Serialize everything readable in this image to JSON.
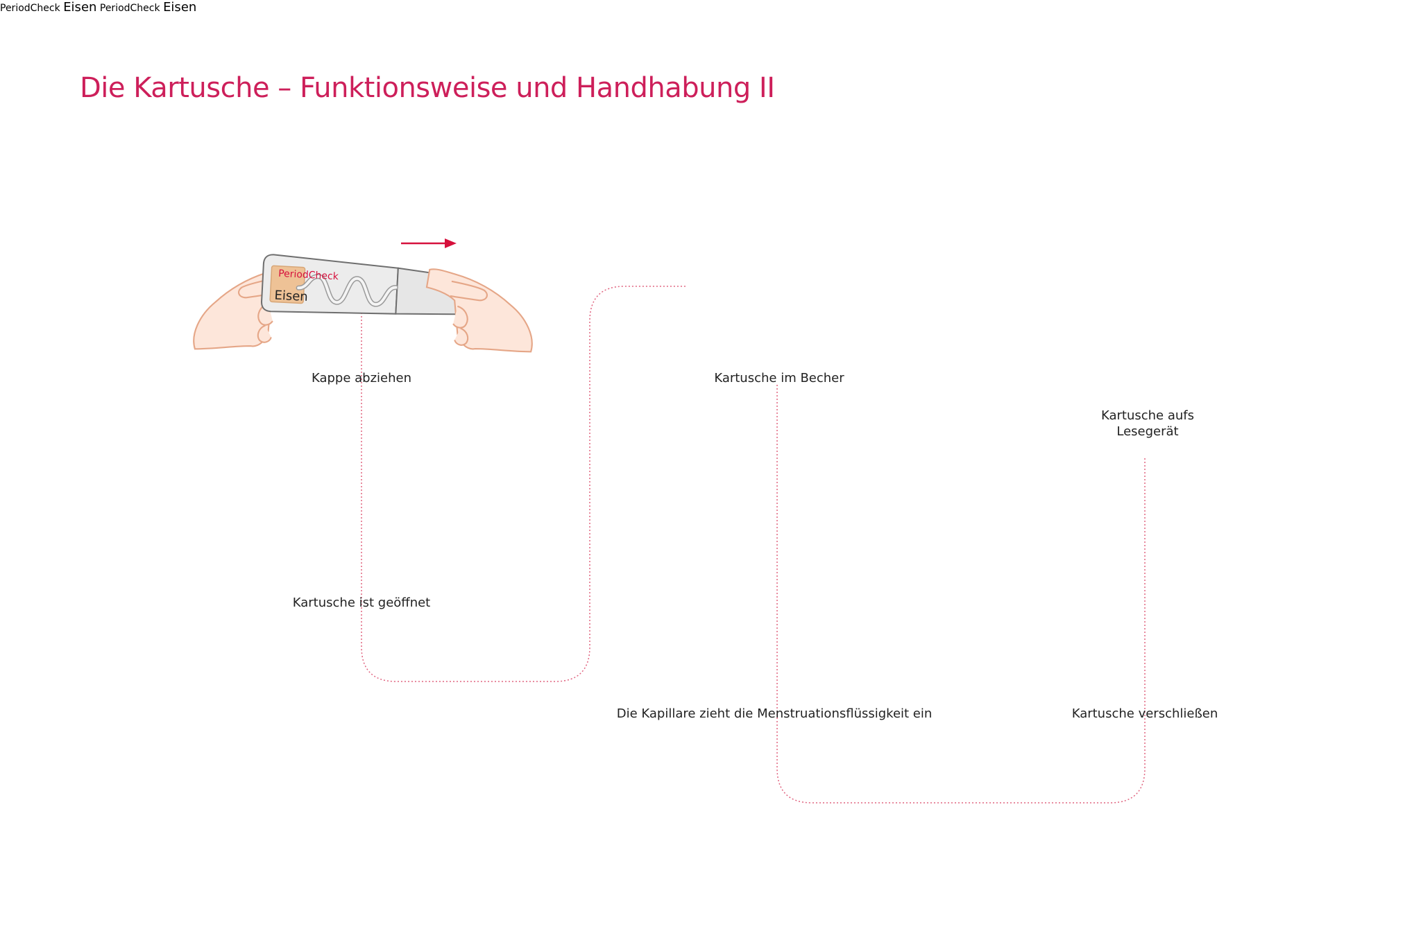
{
  "title": "Die Kartusche – Funktionsweise und Handhabung II",
  "cartridge": {
    "brand": "PeriodCheck",
    "pad_label": "Eisen"
  },
  "steps": {
    "cap_off": "Kappe abziehen",
    "opened": "Kartusche ist geöffnet",
    "in_cup": "Kartusche im Becher",
    "capillary": "Die Kapillare zieht die Menstruationsflüssigkeit ein",
    "reader_line1": "Kartusche aufs",
    "reader_line2": "Lesegerät",
    "close": "Kartusche verschließen"
  },
  "colors": {
    "accent": "#cd1f5a",
    "arrow": "#d6103c",
    "path": "#e0637f",
    "skin": "#fde6da",
    "skin_stroke": "#e5a687",
    "pad": "#eec296",
    "fluid": "#d06a55",
    "body": "#e8e8e8",
    "outline": "#6e6e6e"
  }
}
